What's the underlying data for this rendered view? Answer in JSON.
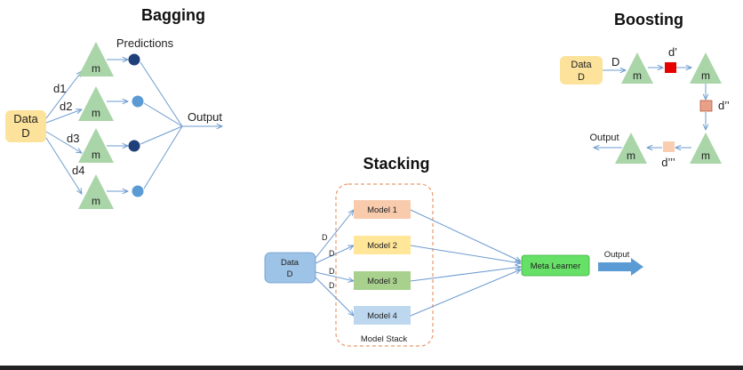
{
  "bagging": {
    "title": "Bagging",
    "data_label_line1": "Data",
    "data_label_line2": "D",
    "predictions_label": "Predictions",
    "output_label": "Output",
    "subsets": [
      "d1",
      "d2",
      "d3",
      "d4"
    ],
    "model_label": "m"
  },
  "boosting": {
    "title": "Boosting",
    "data_label_line1": "Data",
    "data_label_line2": "D",
    "input_label": "D",
    "model_label": "m",
    "weighted_labels": [
      "d’",
      "d’’",
      "d’’’"
    ],
    "output_label": "Output"
  },
  "stacking": {
    "title": "Stacking",
    "data_label_line1": "Data",
    "data_label_line2": "D",
    "edge_label": "D",
    "models": [
      "Model 1",
      "Model 2",
      "Model 3",
      "Model 4"
    ],
    "model_stack_label": "Model Stack",
    "meta_learner_label": "Meta Learner",
    "output_label": "Output"
  },
  "colors": {
    "triangle_fill": "#a9d5a8",
    "arrow": "#6e9bd0",
    "data_box_fill": "#fce29a",
    "dark_dot": "#1f3f7a",
    "light_dot": "#5b9bd5",
    "boost_red": "#e60000",
    "boost_salmon": "#e8a088",
    "boost_peach": "#f8cdb0",
    "model1_fill": "#f8cbad",
    "model2_fill": "#ffe699",
    "model3_fill": "#a9d18e",
    "model4_fill": "#bdd7ee",
    "meta_fill": "#66e066",
    "stack_data_fill": "#9dc3e6",
    "stack_border": "#e89a6c",
    "output_arrow": "#5b9bd5"
  }
}
